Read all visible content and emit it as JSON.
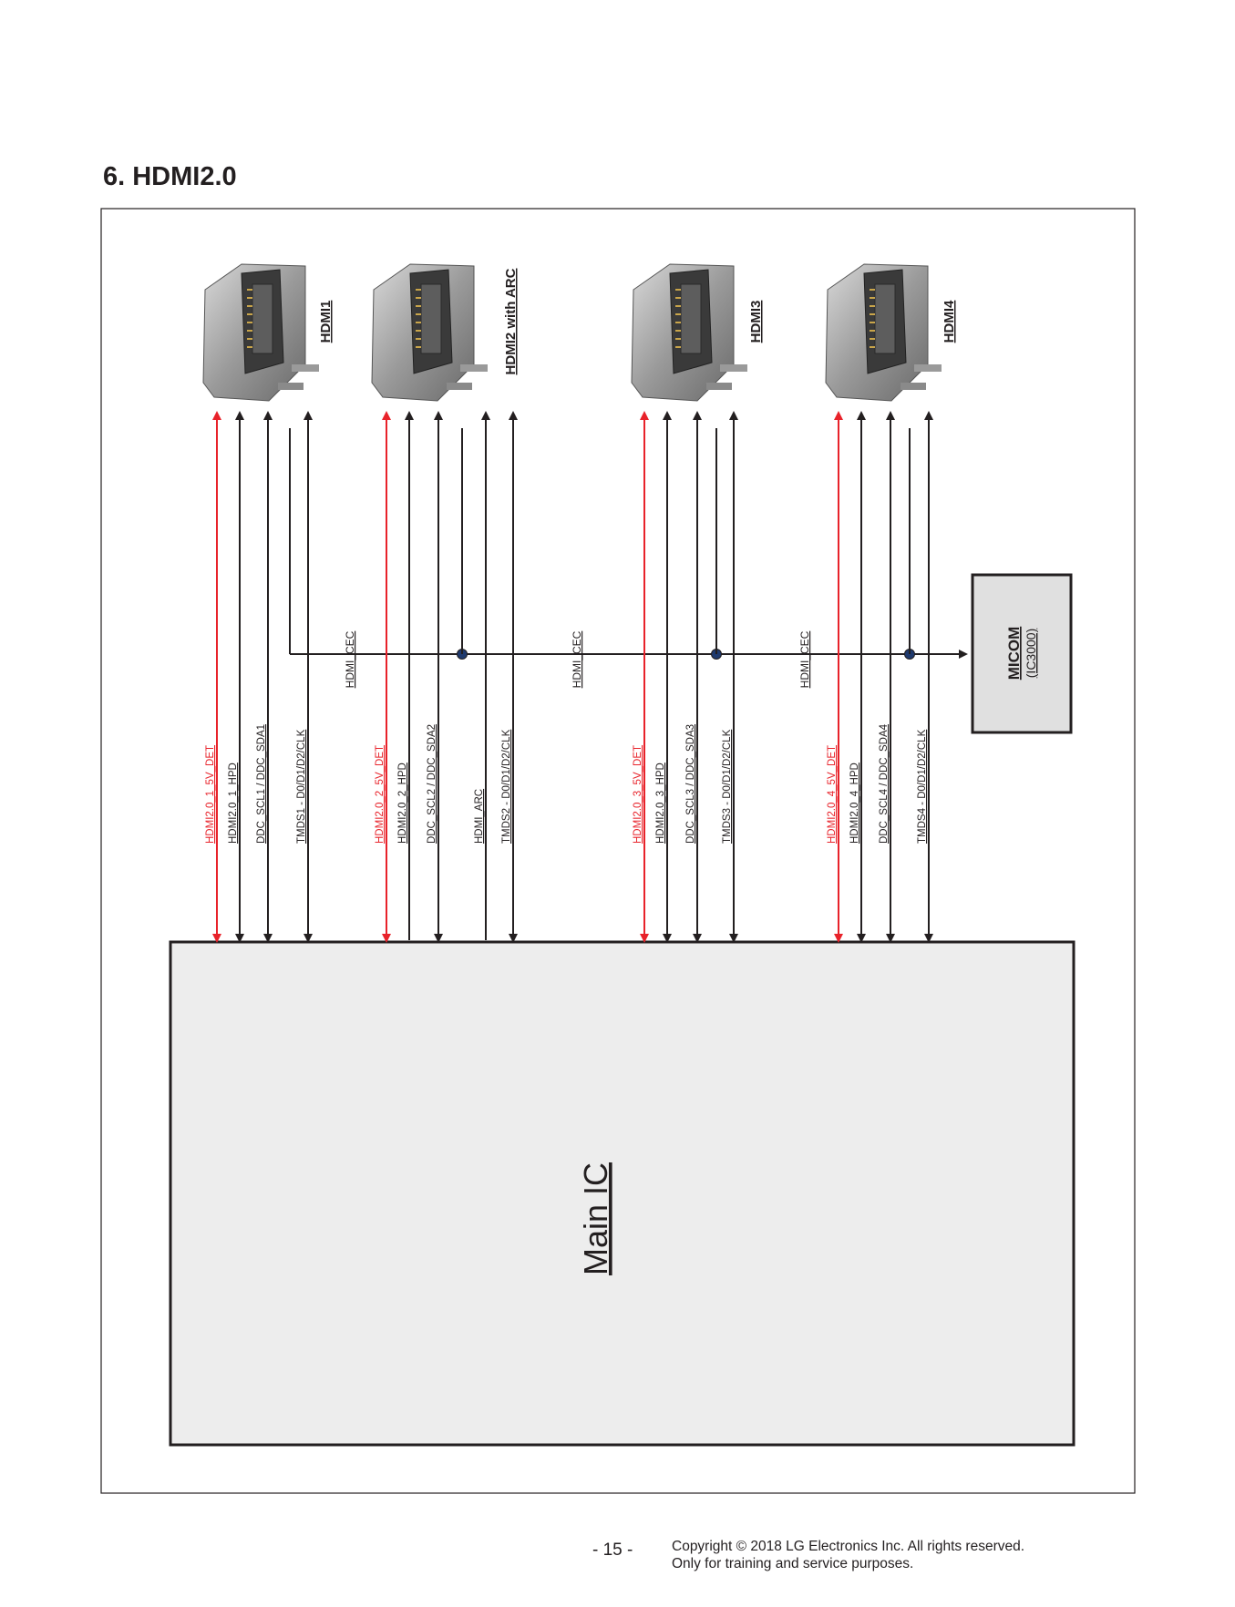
{
  "section_title": "6. HDMI2.0",
  "connectors": [
    {
      "name": "HDMI1"
    },
    {
      "name": "HDMI2 with ARC"
    },
    {
      "name": "HDMI3"
    },
    {
      "name": "HDMI4"
    }
  ],
  "micom": {
    "name": "MICOM",
    "ref": "(IC3000)"
  },
  "main_ic": {
    "name": "Main IC"
  },
  "cec_labels": [
    "HDMI_CEC",
    "HDMI_CEC",
    "HDMI_CEC"
  ],
  "signals": [
    {
      "label": "HDMI2.0_1_5V_DET",
      "color": "#e8222a",
      "type": "bidir"
    },
    {
      "label": "HDMI2.0_1_HPD",
      "color": "#231f20",
      "type": "bidir"
    },
    {
      "label": "DDC_SCL1 / DDC_SDA1",
      "color": "#231f20",
      "type": "bidir"
    },
    {
      "label": "TMDS1 - D0/D1/D2/CLK",
      "color": "#231f20",
      "type": "bidir"
    },
    {
      "label": "HDMI2.0_2_5V_DET",
      "color": "#e8222a",
      "type": "bidir"
    },
    {
      "label": "HDMI2.0_2_HPD",
      "color": "#231f20",
      "type": "up"
    },
    {
      "label": "DDC_SCL2 / DDC_SDA2",
      "color": "#231f20",
      "type": "bidir"
    },
    {
      "label": "HDMI_ARC",
      "color": "#231f20",
      "type": "up"
    },
    {
      "label": "TMDS2 - D0/D1/D2/CLK",
      "color": "#231f20",
      "type": "bidir"
    },
    {
      "label": "HDMI2.0_3_5V_DET",
      "color": "#e8222a",
      "type": "bidir"
    },
    {
      "label": "HDMI2.0_3_HPD",
      "color": "#231f20",
      "type": "bidir"
    },
    {
      "label": "DDC_SCL3 / DDC_SDA3",
      "color": "#231f20",
      "type": "bidir"
    },
    {
      "label": "TMDS3 - D0/D1/D2/CLK",
      "color": "#231f20",
      "type": "bidir"
    },
    {
      "label": "HDMI2.0_4_5V_DET",
      "color": "#e8222a",
      "type": "bidir"
    },
    {
      "label": "HDMI2.0_4_HPD",
      "color": "#231f20",
      "type": "bidir"
    },
    {
      "label": "DDC_SCL4 / DDC_SDA4",
      "color": "#231f20",
      "type": "bidir"
    },
    {
      "label": "TMDS4 - D0/D1/D2/CLK",
      "color": "#231f20",
      "type": "bidir"
    }
  ],
  "footer": {
    "page": "- 15 -",
    "copyright": "Copyright © 2018 LG Electronics Inc. All rights reserved.",
    "purpose": "Only for training and service purposes."
  }
}
